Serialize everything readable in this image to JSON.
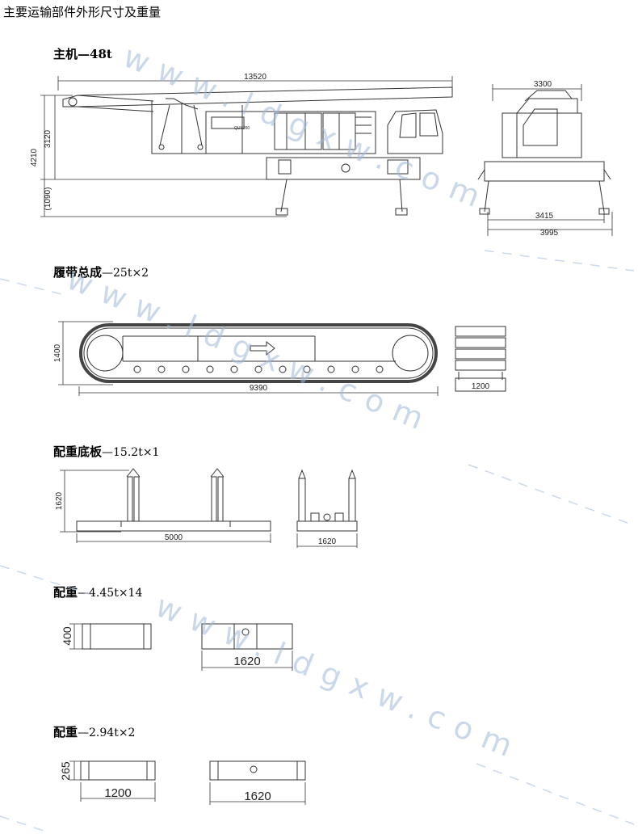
{
  "title": "主要运输部件外形尺寸及重量",
  "watermark": "www.ldgxw.com",
  "sections": {
    "main": {
      "name": "主机",
      "weight": "—48t",
      "dims": {
        "length": "13520",
        "height_total": "4210",
        "height_upper": "3120",
        "height_lower": "(1090)",
        "width_top": "3300",
        "track_gauge": "3415",
        "width_total": "3995"
      },
      "body_text": "QUY260"
    },
    "track": {
      "name": "履带总成",
      "weight": "—25t×2",
      "dims": {
        "height": "1400",
        "length": "9390",
        "width": "1200"
      }
    },
    "base": {
      "name": "配重底板",
      "weight": "—15.2t×1",
      "dims": {
        "height": "1620",
        "length": "5000",
        "width": "1620"
      }
    },
    "cw1": {
      "name": "配重",
      "weight": "—4.45t×14",
      "dims": {
        "height": "400",
        "length": "1620"
      }
    },
    "cw2": {
      "name": "配重",
      "weight": "—2.94t×2",
      "dims": {
        "height": "265",
        "width": "1200",
        "length": "1620"
      }
    }
  }
}
